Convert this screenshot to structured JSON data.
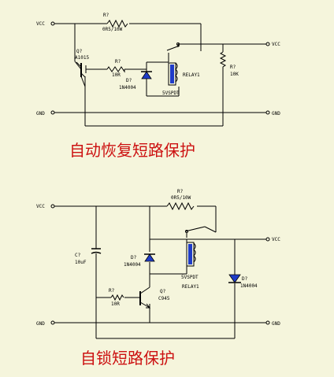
{
  "colors": {
    "background": "#f5f5dc",
    "wire": "#000000",
    "diode_fill": "#1f3cc8",
    "coil_fill": "#1f3cc8",
    "title_red": "#cc1111"
  },
  "circuit1": {
    "vcc_in": "VCC",
    "vcc_out": "VCC",
    "gnd_in": "GND",
    "gnd_out": "GND",
    "r_sense_ref": "R?",
    "r_sense_value": "0R5/10W",
    "q_ref": "Q?",
    "q_value": "A1015",
    "r_base_ref": "R?",
    "r_base_value": "10R",
    "d_ref": "D?",
    "d_value": "1N4004",
    "relay_ref": "RELAY1",
    "relay_value": "5VSPDT",
    "r_load_ref": "R?",
    "r_load_value": "10K",
    "title": "自动恢复短路保护"
  },
  "circuit2": {
    "vcc_in": "VCC",
    "vcc_out": "VCC",
    "gnd_in": "GND",
    "gnd_out": "GND",
    "r_sense_ref": "R?",
    "r_sense_value": "0R5/10W",
    "c_ref": "C?",
    "c_value": "10uF",
    "d1_ref": "D?",
    "d1_value": "1N4004",
    "r_base_ref": "R?",
    "r_base_value": "10R",
    "q_ref": "Q?",
    "q_value": "C945",
    "relay_value": "5VSPDT",
    "relay_ref": "RELAY1",
    "d2_ref": "D?",
    "d2_value": "1N4004",
    "title": "自锁短路保护"
  }
}
